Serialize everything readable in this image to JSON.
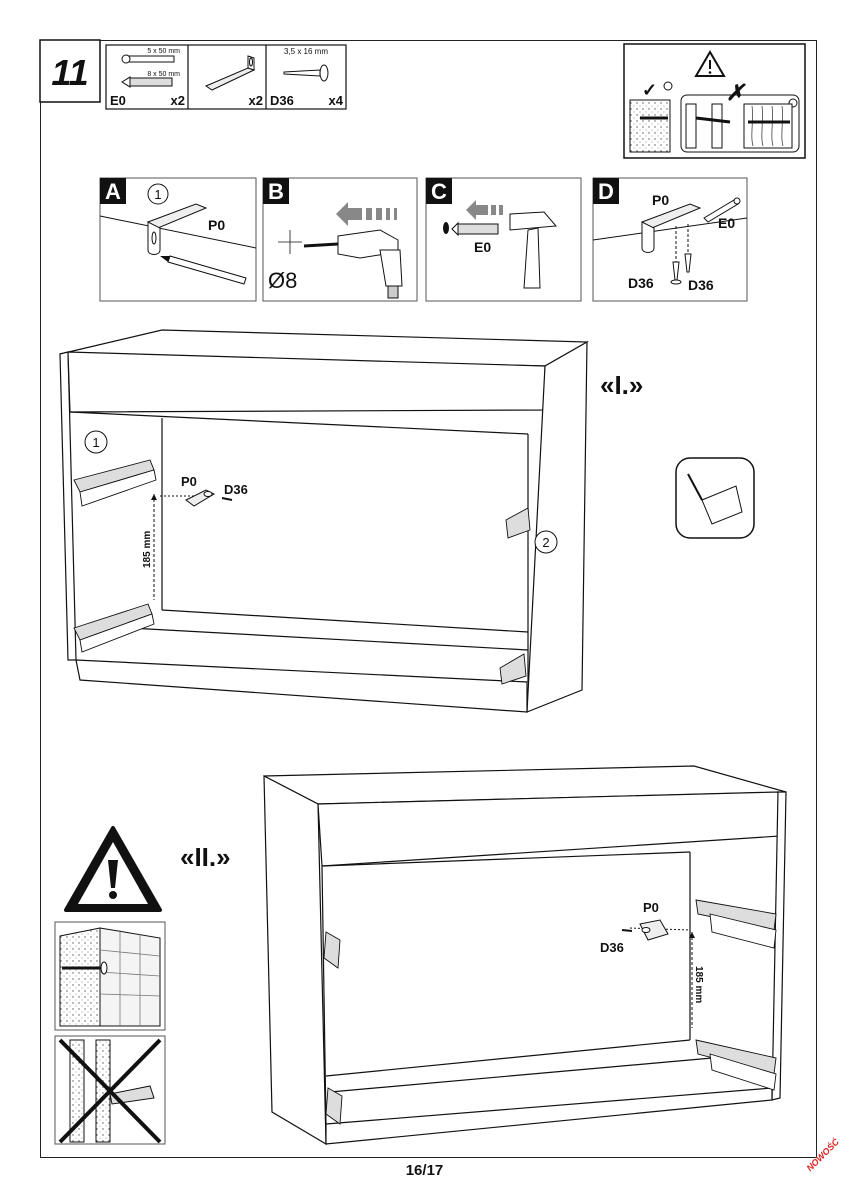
{
  "step": {
    "number": "11",
    "parts": [
      {
        "code": "E0",
        "qty": "x2",
        "screw_size": "5 x 50 mm",
        "plug_size": "8 x 50 mm"
      },
      {
        "code": "",
        "qty": "x2"
      },
      {
        "code": "D36",
        "qty": "x4",
        "size": "3,5 x 16 mm"
      }
    ]
  },
  "panels": {
    "A": {
      "letter": "A",
      "circle": "1",
      "label": "P0"
    },
    "B": {
      "letter": "B",
      "label": "Ø8"
    },
    "C": {
      "letter": "C",
      "label": "E0"
    },
    "D": {
      "letter": "D",
      "label_top": "P0",
      "label_right": "E0",
      "label_bottom_left": "D36",
      "label_bottom_right": "D36"
    }
  },
  "view1": {
    "label": "«I.»",
    "circle1": "1",
    "circle2": "2",
    "part_p0": "P0",
    "part_d36": "D36",
    "dimension": "185 mm"
  },
  "view2": {
    "label": "«II.»",
    "part_p0": "P0",
    "part_d36": "D36",
    "dimension": "185 mm"
  },
  "footer": {
    "page": "16/17",
    "stamp": "NOWOŚĆ"
  }
}
